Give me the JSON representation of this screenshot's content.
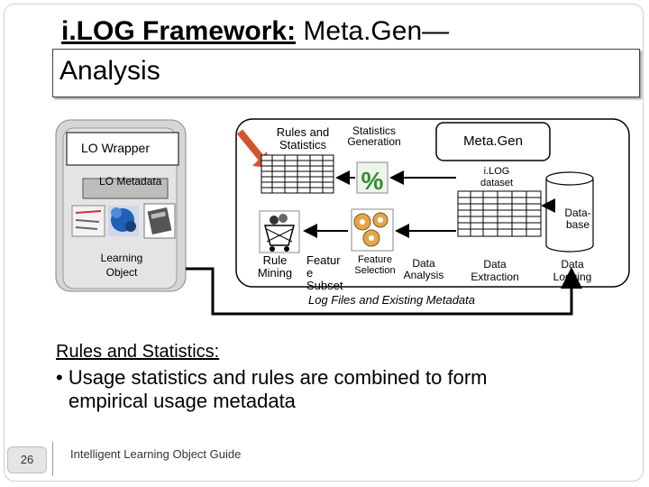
{
  "title": {
    "bold": "i.LOG Framework:",
    "rest": " Meta.Gen—",
    "line2": "Analysis"
  },
  "diagram": {
    "lo_wrapper": "LO Wrapper",
    "lo_metadata": "LO Metadata",
    "learning_object": "Learning Object",
    "rules_and_statistics": "Rules and Statistics",
    "statistics_generation": "Statistics Generation",
    "metagen": "Meta.Gen",
    "ilog_dataset": "i.LOG dataset",
    "database": "Data-base",
    "rule_mining": "Rule Mining",
    "feature_subset": "Featur e Subset",
    "feature_selection": "Feature Selection",
    "data_analysis": "Data Analysis",
    "data_extraction": "Data Extraction",
    "data_logging": "Data Logging",
    "log_files": "Log Files and Existing Metadata"
  },
  "body": {
    "heading": "Rules and Statistics:",
    "bullet_line1": "• Usage statistics and rules are combined to form",
    "bullet_line2": "empirical usage metadata"
  },
  "footer": {
    "slide_number": "26",
    "text": "Intelligent Learning Object Guide"
  }
}
